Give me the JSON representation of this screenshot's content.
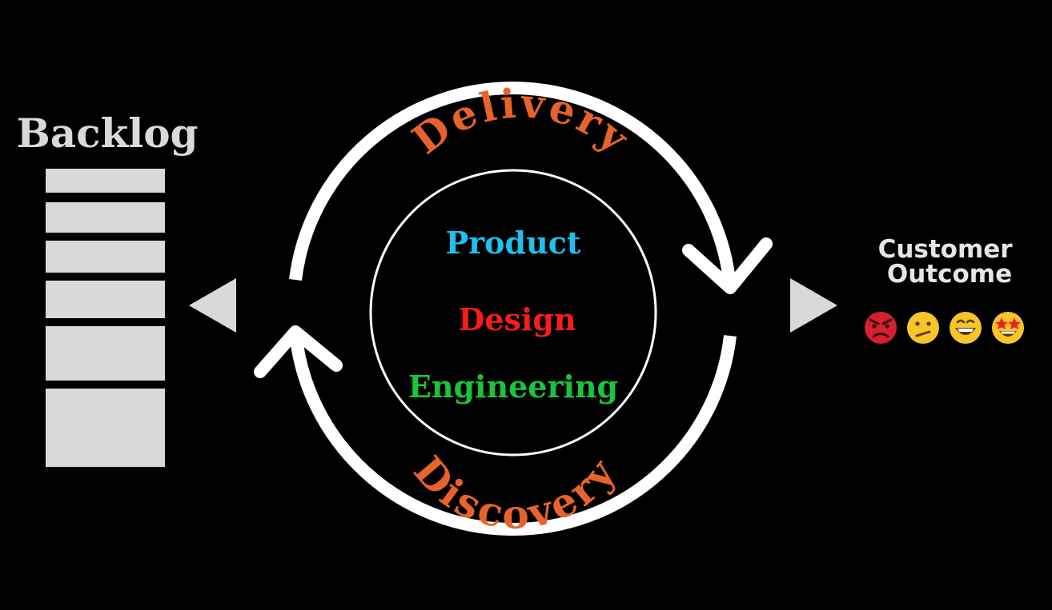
{
  "backlog": {
    "title": "Backlog",
    "item_count": 6
  },
  "cycle": {
    "delivery_label": "Delivery",
    "discovery_label": "Discovery"
  },
  "roles": [
    {
      "label": "Product",
      "color": "#1ec0ee"
    },
    {
      "label": "Design",
      "color": "#ff1a1a"
    },
    {
      "label": "Engineering",
      "color": "#19c53b"
    }
  ],
  "outcome": {
    "title_line1": "Customer",
    "title_line2": "Outcome",
    "emojis": [
      {
        "icon": "angry-face-icon",
        "glyph": "😡"
      },
      {
        "icon": "confused-face-icon",
        "glyph": "😕"
      },
      {
        "icon": "grinning-face-icon",
        "glyph": "😄"
      },
      {
        "icon": "star-struck-face-icon",
        "glyph": "🤩"
      }
    ]
  },
  "colors": {
    "background": "#000000",
    "cycle_label": "#e8632b",
    "backlog_item": "#d9d9d9",
    "backlog_title": "#d9d9d9",
    "arrow": "#d9d9d9",
    "ring": "#ffffff",
    "outcome_title": "#e6e6e6"
  }
}
